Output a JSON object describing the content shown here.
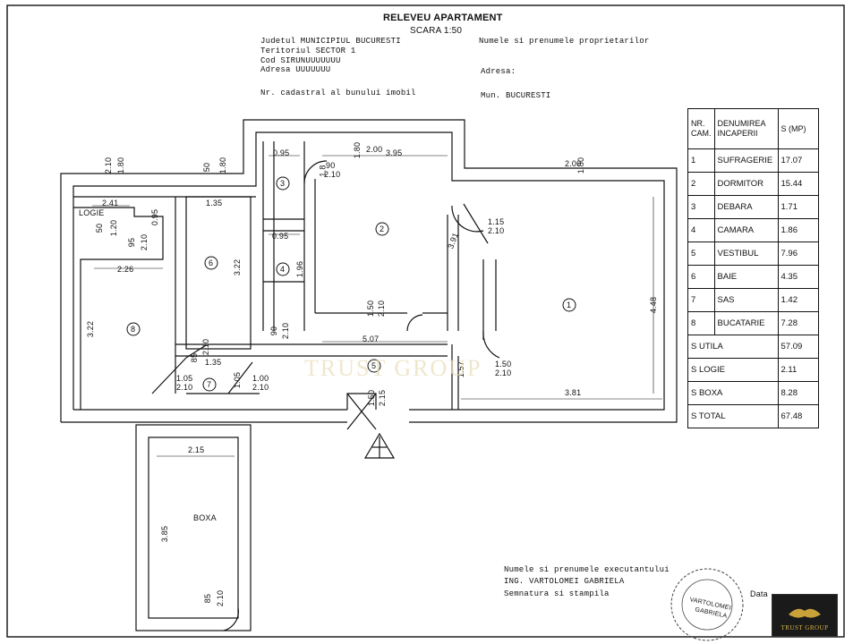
{
  "header": {
    "title": "RELEVEU APARTAMENT",
    "scale": "SCARA 1:50",
    "judet": "Judetul MUNICIPIUL BUCURESTI",
    "teritoriul": "Teritoriul SECTOR 1",
    "cod": "Cod SIRUNUUUUUUU",
    "adresa": "Adresa UUUUUUU",
    "nr_cadastral": "Nr. cadastral al bunului imobil",
    "proprietari": "Numele si prenumele proprietarilor",
    "adresa2": "Adresa:",
    "mun": "Mun. BUCURESTI"
  },
  "table": {
    "col_nr": "NR. CAM.",
    "col_name": "DENUMIREA INCAPERII",
    "col_s": "S (MP)",
    "rooms": [
      {
        "nr": "1",
        "name": "SUFRAGERIE",
        "s": "17.07"
      },
      {
        "nr": "2",
        "name": "DORMITOR",
        "s": "15.44"
      },
      {
        "nr": "3",
        "name": "DEBARA",
        "s": "1.71"
      },
      {
        "nr": "4",
        "name": "CAMARA",
        "s": "1.86"
      },
      {
        "nr": "5",
        "name": "VESTIBUL",
        "s": "7.96"
      },
      {
        "nr": "6",
        "name": "BAIE",
        "s": "4.35"
      },
      {
        "nr": "7",
        "name": "SAS",
        "s": "1.42"
      },
      {
        "nr": "8",
        "name": "BUCATARIE",
        "s": "7.28"
      }
    ],
    "totals": [
      {
        "label": "S UTILA",
        "value": "57.09"
      },
      {
        "label": "S LOGIE",
        "value": "2.11"
      },
      {
        "label": "S BOXA",
        "value": "8.28"
      },
      {
        "label": "S TOTAL",
        "value": "67.48"
      }
    ]
  },
  "plan_labels": {
    "logie": "LOGIE",
    "boxa": "BOXA",
    "room_numbers": [
      "1",
      "2",
      "3",
      "4",
      "5",
      "6",
      "7",
      "8"
    ],
    "dims": {
      "d_2_10a": "2.10",
      "d_1_80a": "1.80",
      "d_50a": "50",
      "d_1_80b": "1.80",
      "d_0_95a": "0.95",
      "d_1_8": "1.8",
      "d_90_210a": "90",
      "d_90_210b": "2.10",
      "d_2_00a": "2.00",
      "d_1_80c": "1.80",
      "d_3_95": "3.95",
      "d_2_00b": "2.00",
      "d_1_80d": "1.80",
      "d_2_41": "2.41",
      "d_1_35a": "1.35",
      "d_0_95b": "0.95",
      "d_50b": "50",
      "d_1_20": "1.20",
      "d_95": "95",
      "d_2_10c": "2.10",
      "d_2_26": "2.26",
      "d_3_22a": "3.22",
      "d_3_22b": "3.22",
      "d_0_95c": "0.95",
      "d_1_96": "1.96",
      "d_1_15": "1.15",
      "d_2_10d": "2.10",
      "d_3_91": "3.91",
      "d_4_48": "4.48",
      "d_1_50a": "1.50",
      "d_2_10e": "2.10",
      "d_90b": "90",
      "d_2_10f": "2.10",
      "d_5_07": "5.07",
      "d_85a": "85",
      "d_2_10g": "2.10",
      "d_1_35b": "1.35",
      "d_1_05a": "1.05",
      "d_2_10h": "2.10",
      "d_1_05b": "1.05",
      "d_1_00": "1.00",
      "d_2_10i": "2.10",
      "d_1_57": "1.57",
      "d_1_50b": "1.50",
      "d_2_10j": "2.10",
      "d_3_81": "3.81",
      "d_1_50c": "1.50",
      "d_2_15a": "2.15",
      "d_2_15b": "2.15",
      "d_3_85": "3.85",
      "d_85b": "85",
      "d_2_10k": "2.10"
    }
  },
  "footer": {
    "exec": "Numele si prenumele executantului",
    "ing": "ING. VARTOLOMEI GABRIELA",
    "semnatura": "Semnatura si stampila",
    "data": "Data"
  },
  "stamp": {
    "lines": [
      "VARTOLOMEI",
      "GABRIELA"
    ]
  },
  "watermark": "TRUST GROUP",
  "logo": {
    "text": "TRUST GROUP"
  }
}
